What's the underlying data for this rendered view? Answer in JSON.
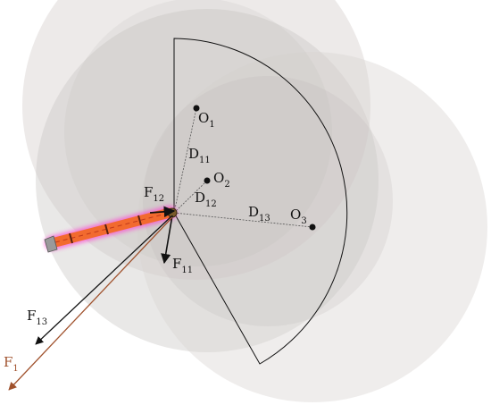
{
  "colors": {
    "background": "#ffffff",
    "zone_fill": "#8a8a8a",
    "zone_outer_fill": "#d7d2d0",
    "sector_stroke": "#111111",
    "tool_body": "#f26a2e",
    "tool_glow": "#ff3bd0",
    "tool_bands": "#5a1f10",
    "tool_tip": "#9a9a9a",
    "force_black": "#111111",
    "force_brown": "#a0522d"
  },
  "labels": {
    "o1": {
      "main": "O",
      "sub": "1"
    },
    "o2": {
      "main": "O",
      "sub": "2"
    },
    "o3": {
      "main": "O",
      "sub": "3"
    },
    "d11": {
      "main": "D",
      "sub": "11"
    },
    "d12": {
      "main": "D",
      "sub": "12"
    },
    "d13": {
      "main": "D",
      "sub": "13"
    },
    "f11": {
      "main": "F",
      "sub": "11"
    },
    "f12": {
      "main": "F",
      "sub": "12"
    },
    "f13": {
      "main": "F",
      "sub": "13"
    },
    "f1": {
      "main": "F",
      "sub": "1"
    }
  },
  "icons": {
    "tool": "surgical-instrument-icon"
  }
}
